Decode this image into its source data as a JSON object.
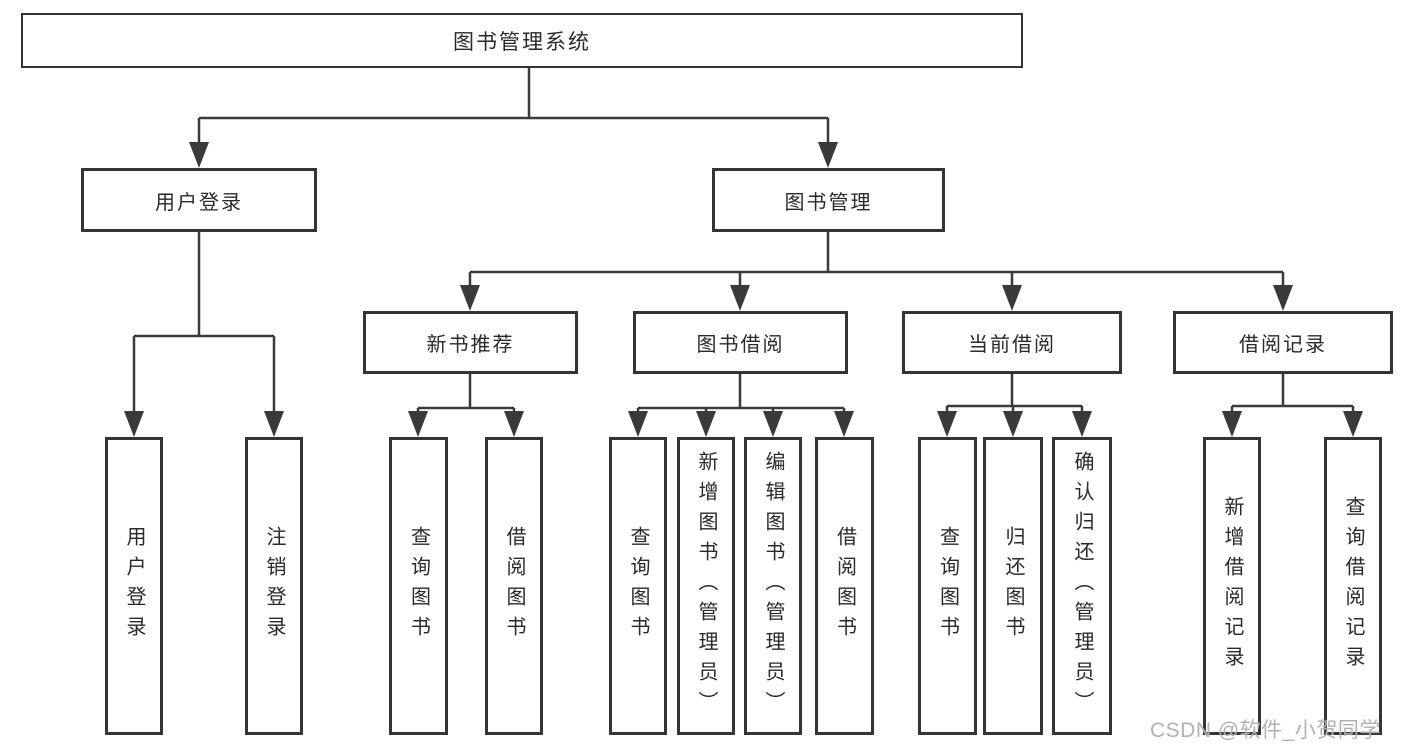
{
  "diagram": {
    "root": {
      "label": "图书管理系统"
    },
    "level2": [
      {
        "label": "用户登录"
      },
      {
        "label": "图书管理"
      }
    ],
    "level3": [
      {
        "label": "新书推荐"
      },
      {
        "label": "图书借阅"
      },
      {
        "label": "当前借阅"
      },
      {
        "label": "借阅记录"
      }
    ],
    "leaves": {
      "user": [
        {
          "label": "用户登录"
        },
        {
          "label": "注销登录"
        }
      ],
      "recommend": [
        {
          "label": "查询图书"
        },
        {
          "label": "借阅图书"
        }
      ],
      "borrow": [
        {
          "label": "查询图书"
        },
        {
          "label": "新增图书（管理员）"
        },
        {
          "label": "编辑图书（管理员）"
        },
        {
          "label": "借阅图书"
        }
      ],
      "current": [
        {
          "label": "查询图书"
        },
        {
          "label": "归还图书"
        },
        {
          "label": "确认归还（管理员）"
        }
      ],
      "record": [
        {
          "label": "新增借阅记录"
        },
        {
          "label": "查询借阅记录"
        }
      ]
    }
  },
  "watermark": {
    "text": "CSDN @软件_小贺同学"
  },
  "colors": {
    "line": "#3a3a3a",
    "box_border": "#343434",
    "text": "#2a2a2a",
    "background": "#ffffff",
    "watermark": "#a8a8a8"
  }
}
